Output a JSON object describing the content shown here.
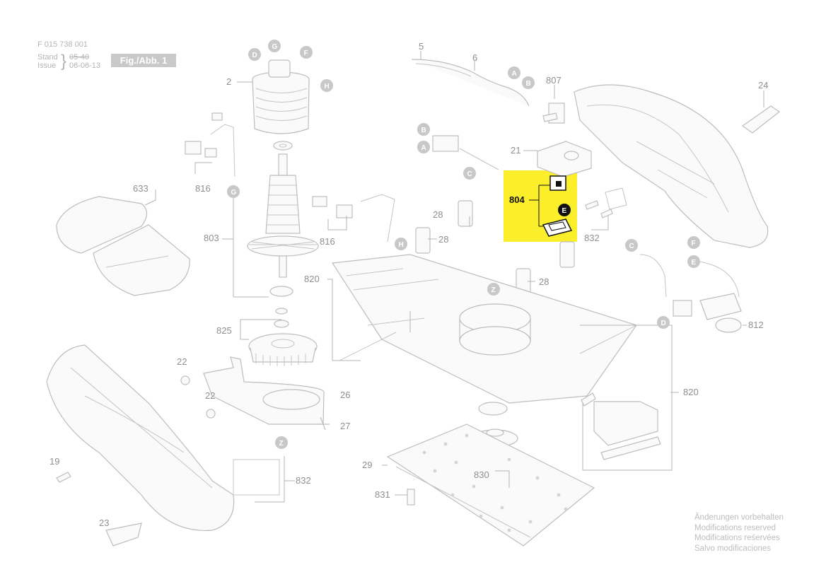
{
  "header": {
    "doc_number": "F 015 738 001",
    "stand_label": "Stand",
    "stand_value": "05-40",
    "issue_label": "Issue",
    "issue_value": "06-06-13",
    "figure_label": "Fig./Abb. 1"
  },
  "notice_lines": [
    "Änderungen vorbehalten",
    "Modifications reserved",
    "Modifications reśervées",
    "Salvo modificaciones"
  ],
  "highlight": {
    "part_number": "804",
    "color": "#fbee2a"
  },
  "parts": [
    "2",
    "633",
    "803",
    "816",
    "816",
    "825",
    "22",
    "22",
    "26",
    "27",
    "19",
    "23",
    "832",
    "5",
    "6",
    "807",
    "24",
    "21",
    "804",
    "28",
    "28",
    "28",
    "820",
    "832",
    "812",
    "820",
    "29",
    "830",
    "831"
  ],
  "connection_markers": [
    "A",
    "B",
    "C",
    "D",
    "E",
    "F",
    "G",
    "H",
    "Z"
  ]
}
